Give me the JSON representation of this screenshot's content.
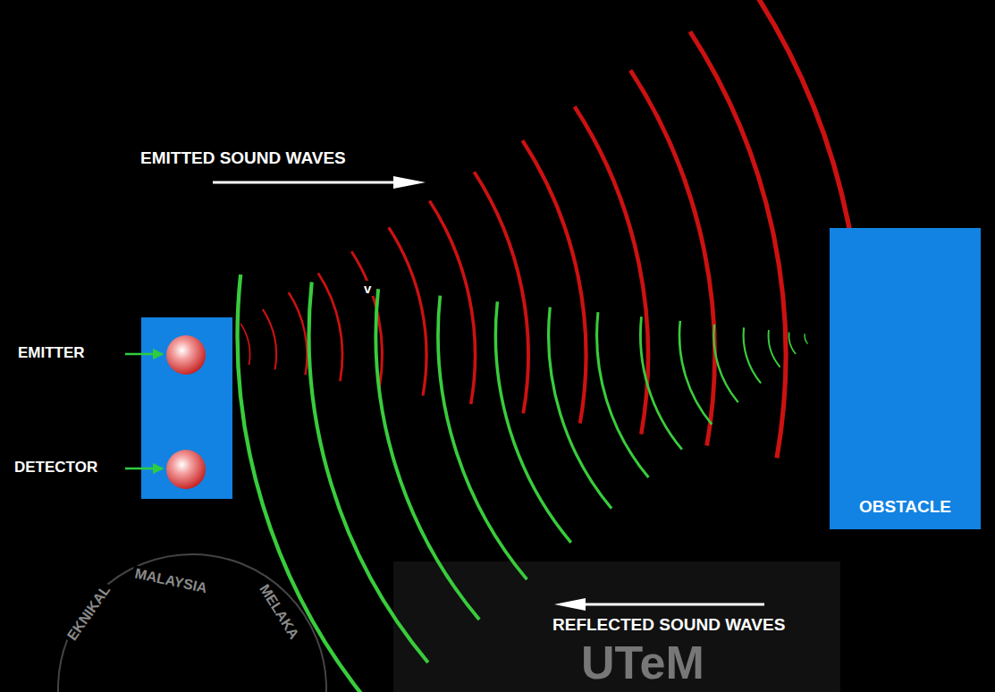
{
  "diagram": {
    "nodes": [
      {
        "text": [
          "OBSTACLE"
        ]
      }
    ],
    "labels": [
      "EMITTED SOUND WAVES",
      "v",
      "EMITTER",
      "DETECTOR",
      "REFLECTED SOUND WAVES",
      "MALAYSIA",
      "MELAKA",
      "EKNIKAL",
      "UTeM"
    ]
  }
}
